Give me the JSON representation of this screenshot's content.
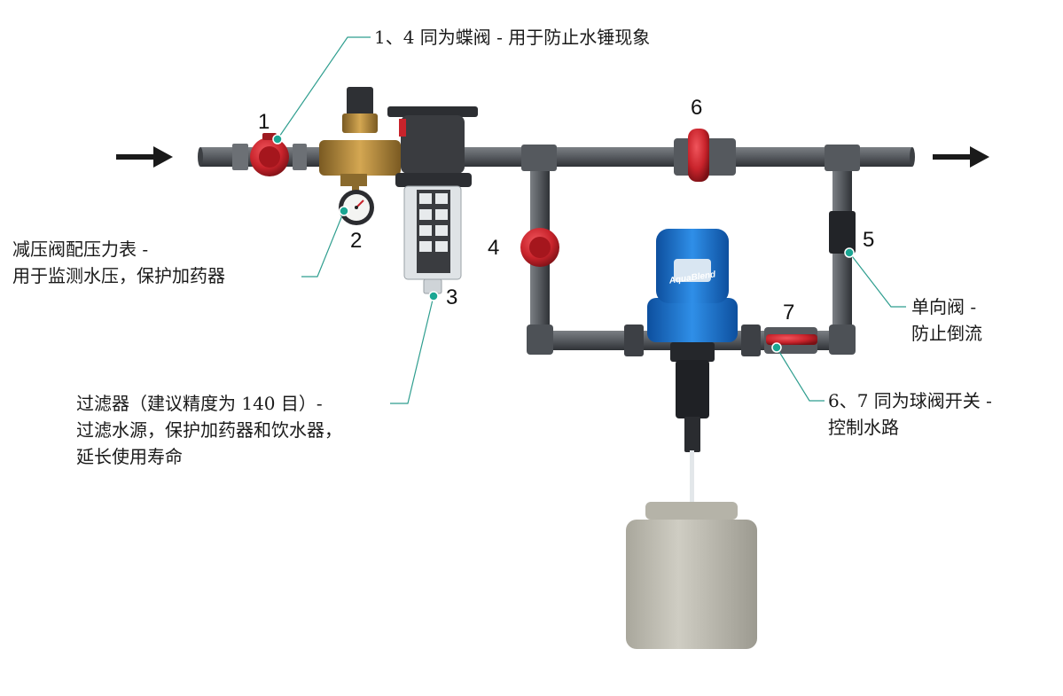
{
  "callouts": {
    "butterfly": "1、4 同为蝶阀 - 用于防止水锤现象",
    "gauge_1": "减压阀配压力表 -",
    "gauge_2": "用于监测水压，保护加药器",
    "filter_1": "过滤器（建议精度为 140 目）-",
    "filter_2": "过滤水源，保护加药器和饮水器，",
    "filter_3": "延长使用寿命",
    "check_1": "单向阀 -",
    "check_2": "防止倒流",
    "ball_1": "6、7 同为球阀开关 -",
    "ball_2": "控制水路"
  },
  "numbers": {
    "n1": "1",
    "n2": "2",
    "n3": "3",
    "n4": "4",
    "n5": "5",
    "n6": "6",
    "n7": "7"
  },
  "doser": {
    "brand": "AquaBlend"
  },
  "icons": {
    "inlet": "arrow-right-icon",
    "outlet": "arrow-right-icon",
    "marker": "dot-marker-icon"
  },
  "colors": {
    "pipe": "#5a5d61",
    "valve_red": "#c8232b",
    "brass": "#b88a3a",
    "doser_blue": "#1a6fc7",
    "marker": "#1aa693",
    "leader": "#2f9e8f",
    "tank": "#c9c7bd"
  }
}
